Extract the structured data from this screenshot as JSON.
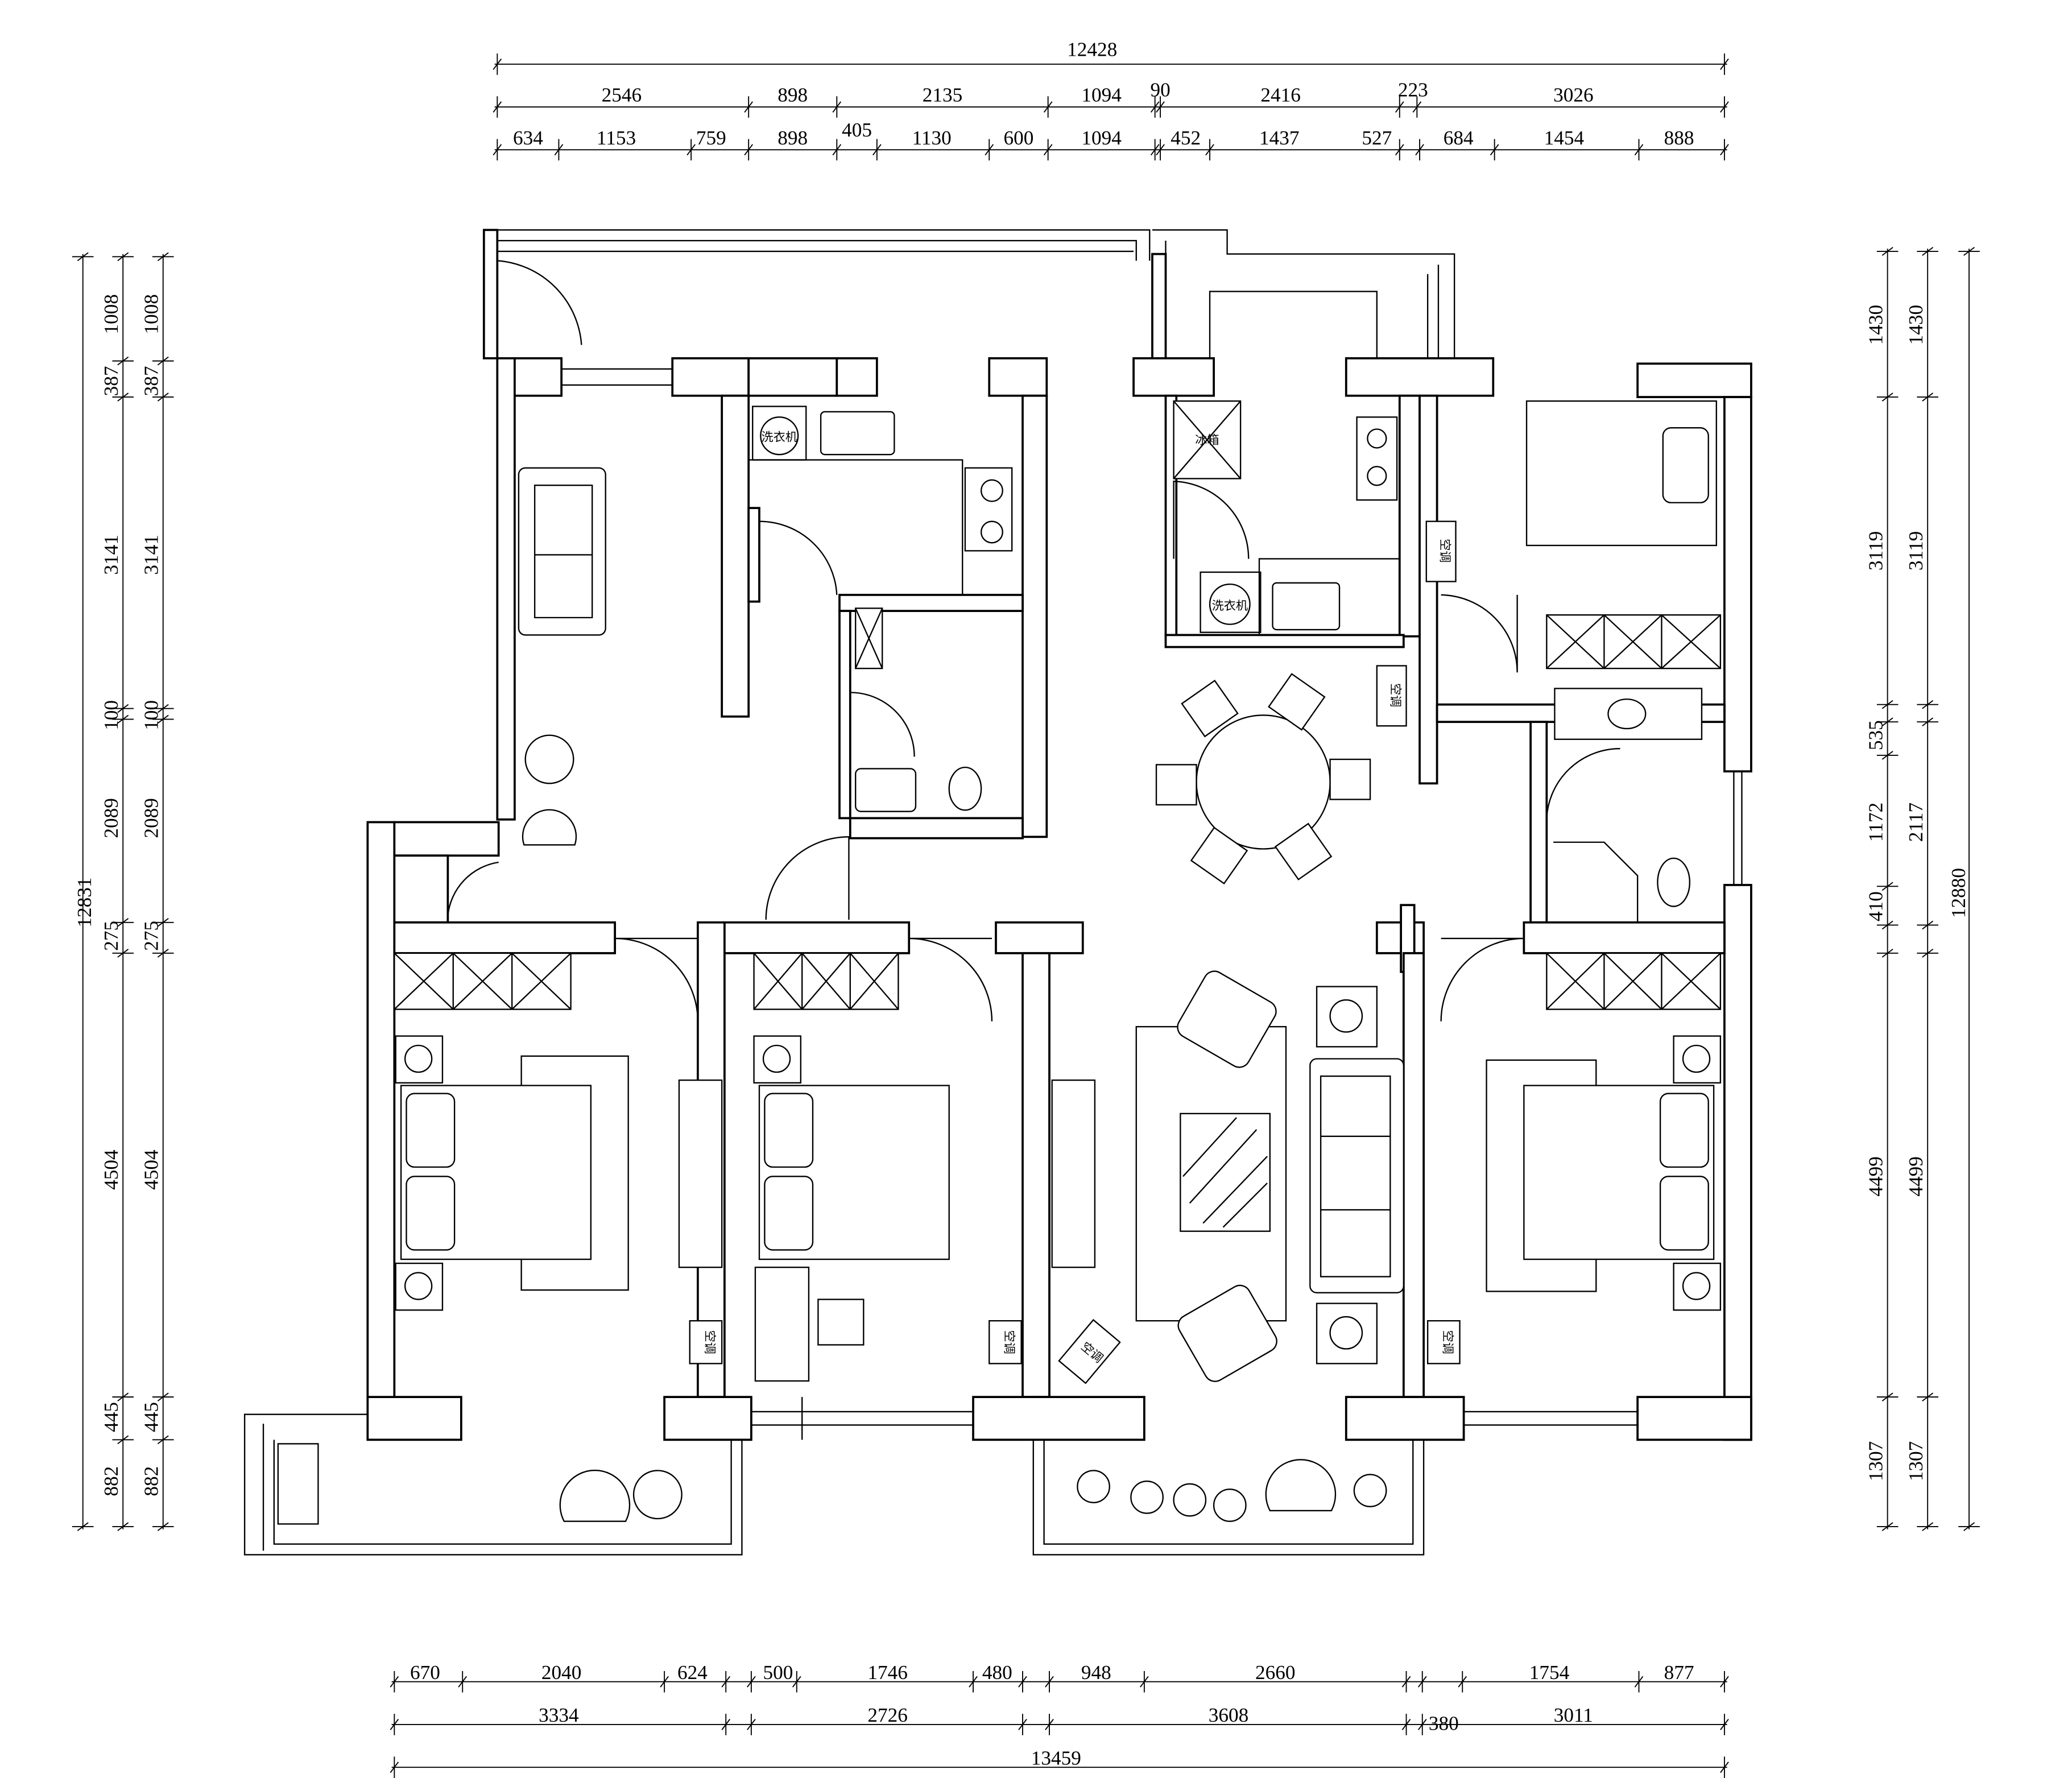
{
  "dimensions": {
    "top": {
      "overall": "12428",
      "row2": [
        "2546",
        "898",
        "2135",
        "1094",
        "90",
        "2416",
        "223",
        "3026"
      ],
      "row3": [
        "634",
        "1153",
        "759",
        "898",
        "405",
        "1130",
        "600",
        "1094",
        "452",
        "1437",
        "527",
        "684",
        "1454",
        "888"
      ]
    },
    "left": {
      "overall": "12831",
      "col": [
        "1008",
        "387",
        "3141",
        "100",
        "2089",
        "275",
        "4504",
        "445",
        "882"
      ]
    },
    "right": {
      "overall": "12880",
      "col1": [
        "1430",
        "3119",
        "535",
        "1172",
        "410",
        "4499",
        "1307"
      ],
      "col2": [
        "1430",
        "3119",
        "2117",
        "4499",
        "1307"
      ]
    },
    "bottom": {
      "overall": "13459",
      "row1": [
        "670",
        "2040",
        "624",
        "500",
        "1746",
        "480",
        "948",
        "2660",
        "1754",
        "877"
      ],
      "row2": [
        "3334",
        "2726",
        "3608",
        "380",
        "3011"
      ]
    }
  },
  "labels": {
    "washer": "洗衣机",
    "fridge": "冰箱",
    "ac": "空调"
  }
}
